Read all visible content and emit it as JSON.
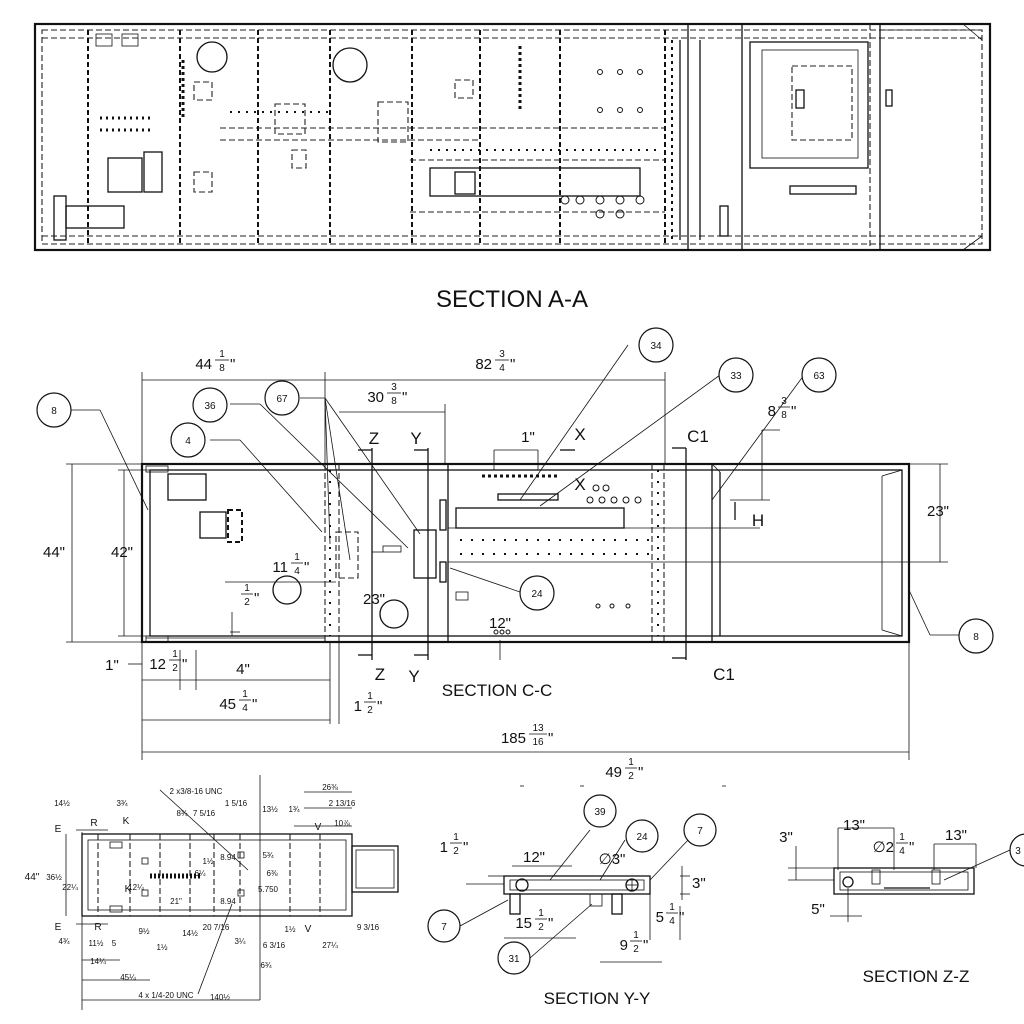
{
  "section_aa": {
    "title": "SECTION A-A"
  },
  "section_cc": {
    "title": "SECTION C-C",
    "callouts": [
      "34",
      "33",
      "63",
      "36",
      "67",
      "8",
      "4",
      "24",
      "8"
    ],
    "cut_labels": {
      "z_top": "Z",
      "y_top": "Y",
      "x_top": "X",
      "x_bot": "X",
      "c1_top": "C1",
      "z_bot": "Z",
      "y_bot": "Y",
      "c1_bot": "C1",
      "h": "H"
    },
    "dims": {
      "d44_whole": "44",
      "d44_num": "1",
      "d44_den": "8",
      "d44_unit": "\"",
      "d82_whole": "82",
      "d82_num": "3",
      "d82_den": "4",
      "d82_unit": "\"",
      "d30_whole": "30",
      "d30_num": "3",
      "d30_den": "8",
      "d30_unit": "\"",
      "d8_whole": "8",
      "d8_num": "3",
      "d8_den": "8",
      "d8_unit": "\"",
      "d1in": "1\"",
      "d44in": "44\"",
      "d42in": "42\"",
      "d23in_right": "23\"",
      "d23in_mid": "23\"",
      "d11_whole": "11",
      "d11_num": "1",
      "d11_den": "4",
      "d11_unit": "\"",
      "dhalf_num": "1",
      "dhalf_den": "2",
      "dhalf_unit": "\"",
      "d12in": "12\"",
      "d1in_left": "1\"",
      "d12h_whole": "12",
      "d12h_num": "1",
      "d12h_den": "2",
      "d12h_unit": "\"",
      "d4in": "4\"",
      "d45_whole": "45",
      "d45_num": "1",
      "d45_den": "4",
      "d45_unit": "\"",
      "d1h_whole": "1",
      "d1h_num": "1",
      "d1h_den": "2",
      "d1h_unit": "\"",
      "d185_whole": "185",
      "d185_num": "13",
      "d185_den": "16",
      "d185_unit": "\"",
      "d49_whole": "49",
      "d49_num": "1",
      "d49_den": "2",
      "d49_unit": "\""
    }
  },
  "plan_view": {
    "labels": {
      "unc1": "2 x3/8-16 UNC",
      "unc2": "4 x 1/4-20 UNC",
      "e_top": "E",
      "e_bot": "E",
      "r_top": "R",
      "r_bot": "R",
      "k_top": "K",
      "k_mid": "K",
      "v_top": "V",
      "v_bot": "V",
      "d44": "44\"",
      "d21": "21\"",
      "d894a": "8.94",
      "d894b": "8.94",
      "d5750": "5.750",
      "d14_1_2": "14½",
      "d3_3_4": "3¾",
      "d8_3_4": "8¾",
      "d7_5_16": "7 5/16",
      "d1_5_16": "1 5/16",
      "d13_1_2": "13½",
      "d1_3_4": "1¾",
      "d26_3_8": "26⅜",
      "d2_13_16": "2 13/16",
      "d10_7_8": "10⅞",
      "d36_1_2": "36½",
      "d22_1_4": "22¼",
      "d4_3_4": "4¾",
      "d11_1_2": "11½",
      "d5": "5",
      "d14_1_4": "14¼",
      "d45_1_4": "45¼",
      "d9_1_2": "9½",
      "d1_1_2a": "1½",
      "d14_1_2b": "14½",
      "d20_7_16": "20 7/16",
      "d3_1_4": "3¼",
      "d6_3_16": "6 3/16",
      "d6_3_4": "6¾",
      "d5_3_4": "5¾",
      "d6_3_8": "6⅜",
      "d1_1_2b": "1½",
      "d27_1_4": "27¼",
      "d9_3_16": "9 3/16",
      "d140_1_2": "140½",
      "d12_1_4": "12¼",
      "d1_1_2c": "1½",
      "d6_1_4": "6¼"
    }
  },
  "section_yy": {
    "title": "SECTION Y-Y",
    "callouts": [
      "39",
      "24",
      "7",
      "7",
      "31"
    ],
    "dims": {
      "d1h_whole": "1",
      "d1h_num": "1",
      "d1h_den": "2",
      "d1h_unit": "\"",
      "d12in": "12\"",
      "dia3": "∅3\"",
      "d3in": "3\"",
      "d15_whole": "15",
      "d15_num": "1",
      "d15_den": "2",
      "d15_unit": "\"",
      "d5_whole": "5",
      "d5_num": "1",
      "d5_den": "4",
      "d5_unit": "\"",
      "d9_whole": "9",
      "d9_num": "1",
      "d9_den": "2",
      "d9_unit": "\""
    }
  },
  "section_zz": {
    "title": "SECTION Z-Z",
    "callouts": [
      "3"
    ],
    "dims": {
      "d3in": "3\"",
      "d13a": "13\"",
      "d13b": "13\"",
      "d5in": "5\"",
      "dia_whole": "∅2",
      "dia_num": "1",
      "dia_den": "4",
      "dia_unit": "\""
    }
  }
}
